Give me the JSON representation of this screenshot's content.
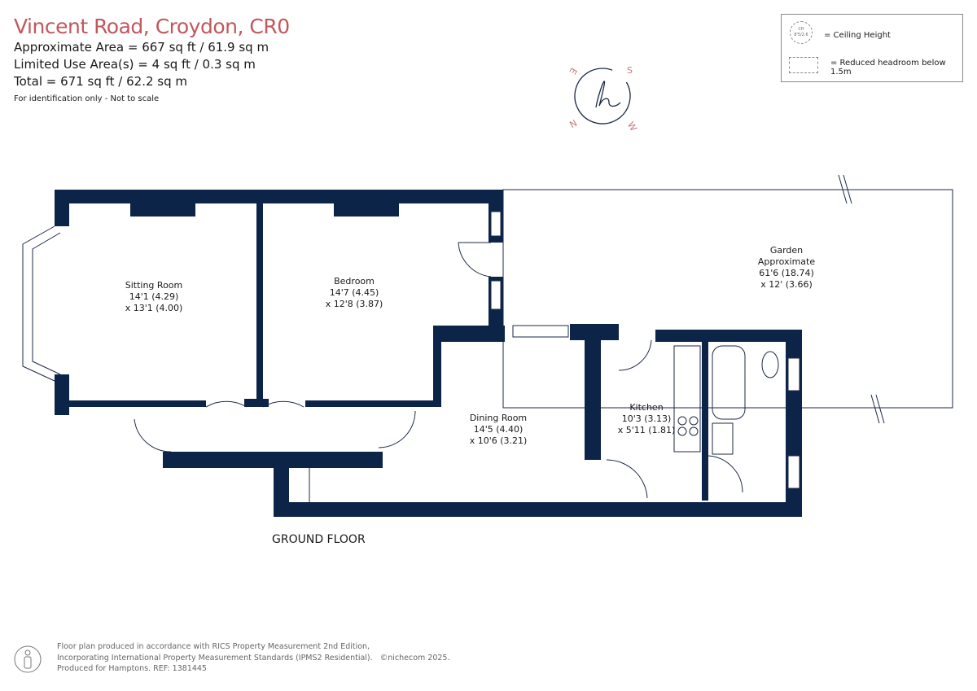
{
  "header": {
    "title": "Vincent Road, Croydon, CR0",
    "approximate_area": "Approximate Area = 667 sq ft / 61.9 sq m",
    "limited_use_area": "Limited Use Area(s) = 4 sq ft / 0.3 sq m",
    "total": "Total = 671 sq ft / 62.2 sq m",
    "note": "For identification only - Not to scale"
  },
  "legend": {
    "ch_symbol": "CH",
    "ch_example": "8'5/2.6",
    "ceiling_height": "= Ceiling Height",
    "reduced_headroom": "= Reduced headroom below 1.5m"
  },
  "compass": {
    "letters": [
      "S",
      "W",
      "N",
      "E"
    ]
  },
  "rooms": [
    {
      "name": "Sitting Room",
      "dim1": "14'1 (4.29)",
      "dim2": "x 13'1 (4.00)"
    },
    {
      "name": "Bedroom",
      "dim1": "14'7 (4.45)",
      "dim2": "x 12'8 (3.87)"
    },
    {
      "name": "Garden",
      "dim1": "Approximate",
      "dim2": "61'6 (18.74)",
      "dim3": "x 12' (3.66)"
    },
    {
      "name": "Dining Room",
      "dim1": "14'5 (4.40)",
      "dim2": "x 10'6 (3.21)"
    },
    {
      "name": "Kitchen",
      "dim1": "10'3 (3.13)",
      "dim2": "x 5'11 (1.81)"
    }
  ],
  "floor_label": "GROUND FLOOR",
  "footer": {
    "line1": "Floor plan produced in accordance with RICS Property Measurement 2nd Edition,",
    "line2": "Incorporating International Property Measurement Standards (IPMS2 Residential).",
    "copyright": "©nichecom 2025.",
    "line3": "Produced for Hamptons.   REF:  1381445"
  },
  "colors": {
    "wall": "#0c2448",
    "title": "#c0585e"
  }
}
